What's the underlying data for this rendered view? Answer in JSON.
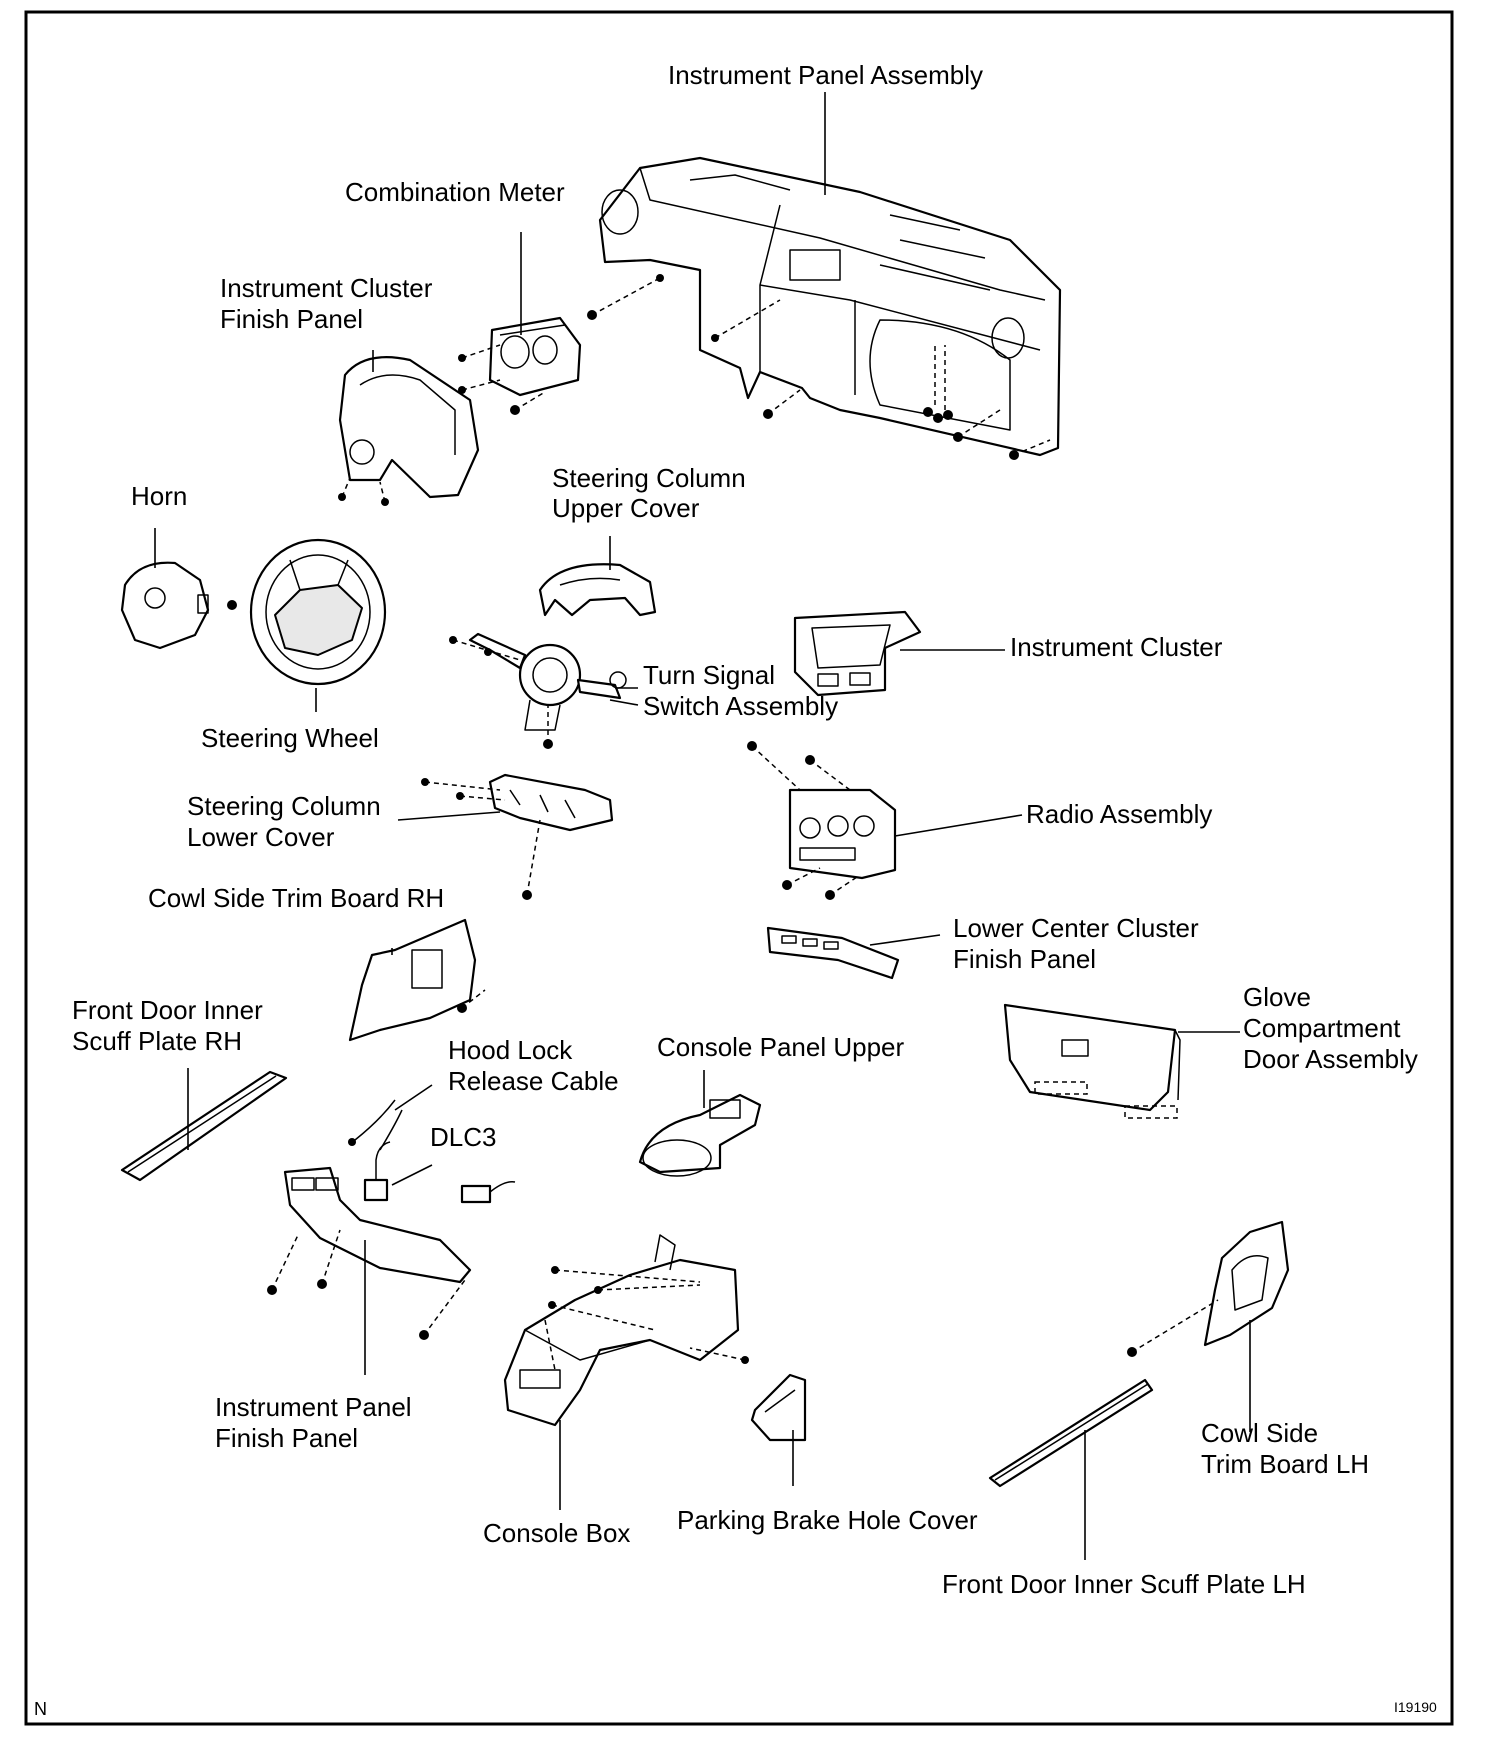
{
  "labels": {
    "instrument_panel_assembly": "Instrument Panel Assembly",
    "combination_meter": "Combination Meter",
    "instrument_cluster_finish_panel_1": "Instrument Cluster",
    "instrument_cluster_finish_panel_2": "Finish Panel",
    "horn": "Horn",
    "steering_column_upper_cover_1": "Steering Column",
    "steering_column_upper_cover_2": "Upper Cover",
    "instrument_cluster": "Instrument Cluster",
    "turn_signal_switch_1": "Turn Signal",
    "turn_signal_switch_2": "Switch Assembly",
    "steering_wheel": "Steering Wheel",
    "steering_column_lower_cover_1": "Steering Column",
    "steering_column_lower_cover_2": "Lower Cover",
    "radio_assembly": "Radio Assembly",
    "cowl_side_trim_rh": "Cowl Side Trim Board RH",
    "lower_center_cluster_1": "Lower Center Cluster",
    "lower_center_cluster_2": "Finish Panel",
    "front_door_scuff_rh_1": "Front Door Inner",
    "front_door_scuff_rh_2": "Scuff Plate RH",
    "hood_lock_1": "Hood Lock",
    "hood_lock_2": "Release Cable",
    "console_panel_upper": "Console Panel Upper",
    "glove_1": "Glove",
    "glove_2": "Compartment",
    "glove_3": "Door Assembly",
    "dlc3": "DLC3",
    "instrument_panel_finish_1": "Instrument Panel",
    "instrument_panel_finish_2": "Finish Panel",
    "cowl_side_trim_lh_1": "Cowl Side",
    "cowl_side_trim_lh_2": "Trim Board LH",
    "console_box": "Console Box",
    "parking_brake_hole_cover": "Parking Brake Hole Cover",
    "front_door_scuff_lh": "Front Door Inner Scuff Plate LH"
  },
  "corner": {
    "left": "N",
    "right": "I19190"
  }
}
